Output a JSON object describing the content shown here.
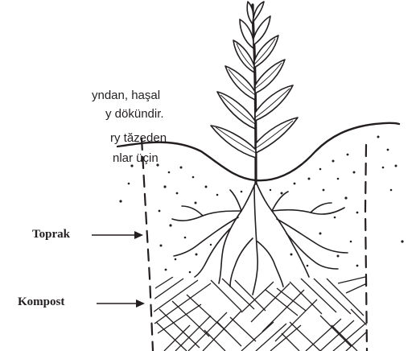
{
  "paragraph_lines": [
    "yndan, haşal",
    "y  dökündir.",
    "ry tăzeden",
    "nlar  üçin"
  ],
  "labels": {
    "soil": "Toprak",
    "compost": "Kompost"
  },
  "colors": {
    "ink": "#231f20",
    "background": "#ffffff"
  }
}
